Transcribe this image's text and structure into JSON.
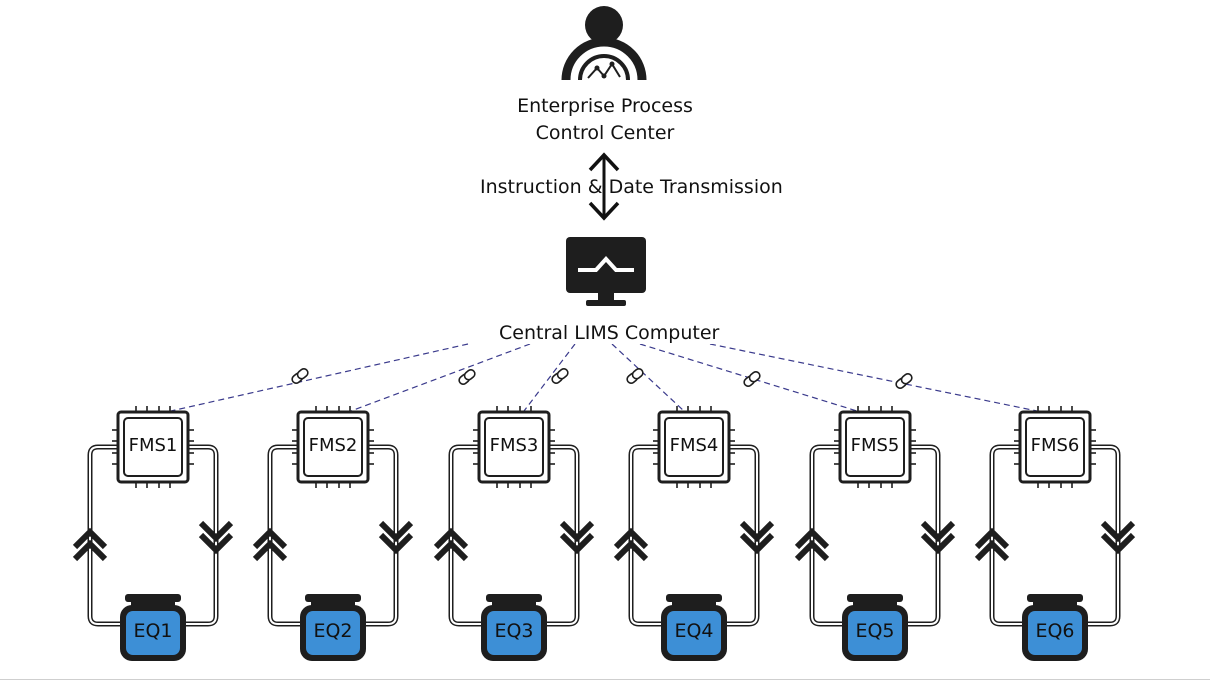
{
  "control_center": {
    "line1": "Enterprise Process",
    "line2": "Control Center",
    "icon": "operator-dashboard-icon"
  },
  "transmission_label": "Instruction & Date Transmission",
  "lims": {
    "label": "Central LIMS Computer",
    "icon": "monitor-icon"
  },
  "units": [
    {
      "fms": "FMS1",
      "eq": "EQ1"
    },
    {
      "fms": "FMS2",
      "eq": "EQ2"
    },
    {
      "fms": "FMS3",
      "eq": "EQ3"
    },
    {
      "fms": "FMS4",
      "eq": "EQ4"
    },
    {
      "fms": "FMS5",
      "eq": "EQ5"
    },
    {
      "fms": "FMS6",
      "eq": "EQ6"
    }
  ],
  "colors": {
    "dark": "#1e1e1e",
    "link_line": "#3a3a8c",
    "equipment_fill": "#3d8fd6"
  }
}
